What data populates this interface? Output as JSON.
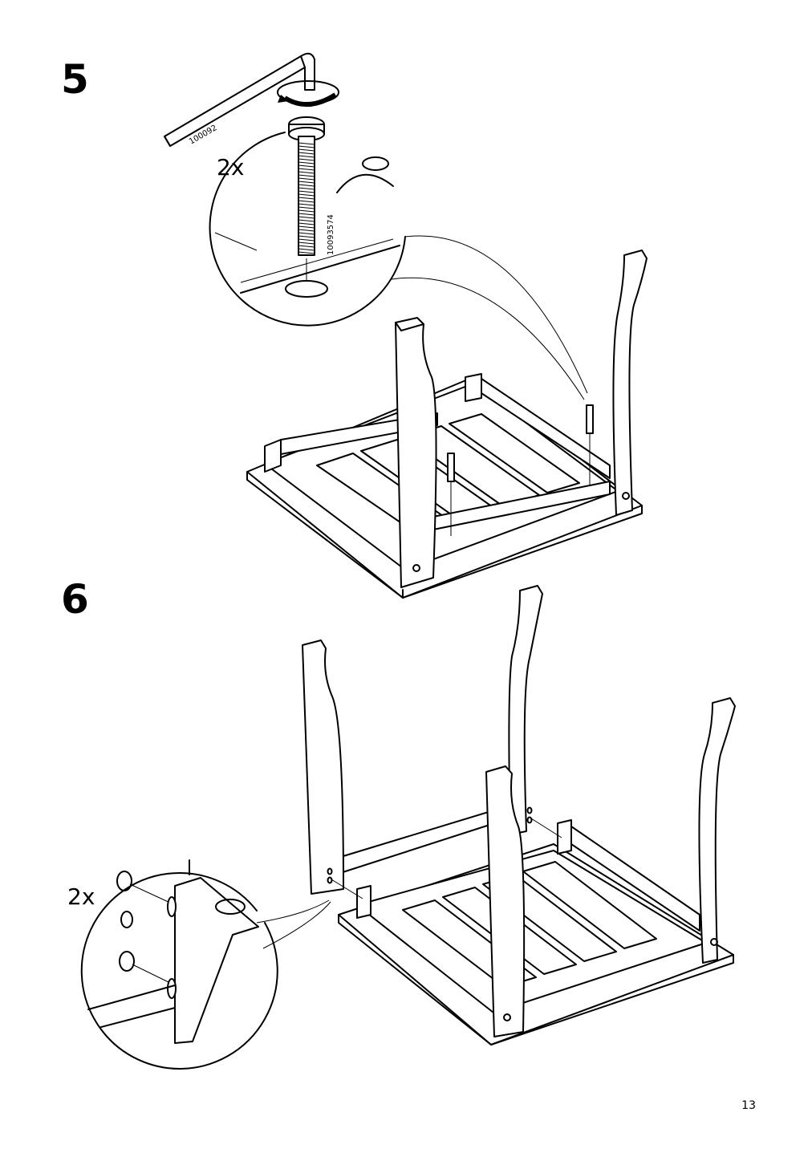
{
  "steps": [
    {
      "number": "5",
      "quantity": "2x",
      "tool_part": "100092",
      "bolt_part": "10093574"
    },
    {
      "number": "6",
      "quantity": "2x"
    }
  ],
  "page_number": "13",
  "icons": [
    "allen-key-icon",
    "rotate-arrow-icon",
    "bolt-icon",
    "dowel-icon"
  ]
}
